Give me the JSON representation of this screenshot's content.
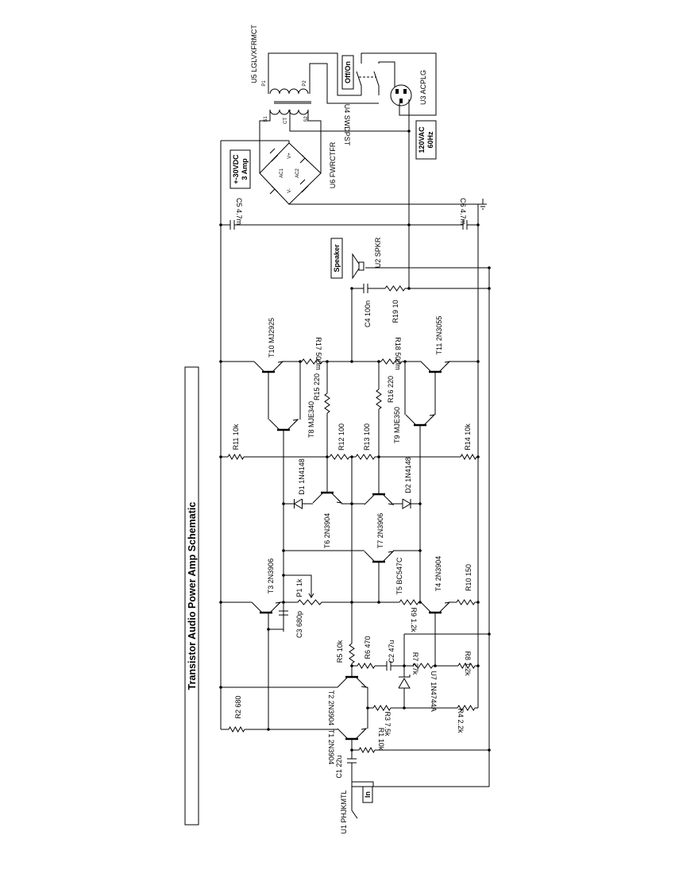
{
  "title": "Transistor Audio Power Amp Schematic",
  "boxes": {
    "power_line1": "+-30VDC",
    "power_line2": "3 Amp",
    "mains_line1": "120VAC",
    "mains_line2": "60Hz",
    "switch": "Off/On",
    "speaker": "Speaker",
    "input": "In"
  },
  "components": {
    "U5": "U5 LGLVXFRMCT",
    "U4": "U4 SWDPST",
    "U3": "U3 ACPLG",
    "U6": "U6 FWRCTFR",
    "U2": "U2 SPKR",
    "U1": "U1 PHJKMTL",
    "U7": "U7 1N4744A",
    "C1": "C1 22u",
    "C2": "C2 47u",
    "C3": "C3 680p",
    "C4": "C4 100n",
    "C5": "C5 4.7m",
    "C6": "C6 4.7m",
    "R1": "R1 10k",
    "R2": "R2 680",
    "R3": "R3 7.5k",
    "R4": "R4 2.2k",
    "R5": "R5 10k",
    "R6": "R6 470",
    "R7": "R7 27k",
    "R8": "R8 1.2k",
    "R9": "R9 1.2k",
    "R10": "R10 150",
    "R11": "R11 10k",
    "R12": "R12 100",
    "R13": "R13 100",
    "R14": "R14 10k",
    "R15": "R15 220",
    "R16": "R16 220",
    "R17": "R17 500m",
    "R18": "R18 500m",
    "R19": "R19 10",
    "P1": "P1 1k",
    "D1": "D1 1N4148",
    "D2": "D2 1N4148",
    "T1": "T1 2N3904",
    "T2": "T2 2N3904",
    "T3": "T3 2N3906",
    "T4": "T4 2N3904",
    "T5": "T5 BC547C",
    "T6": "T6 2N3904",
    "T7": "T7 2N3906",
    "T8": "T8 MJE340",
    "T9": "T9 MJE350",
    "T10": "T10 MJ2925",
    "T11": "T11 2N3055"
  },
  "pins": {
    "P1": "P1",
    "P2": "P2",
    "S1": "S1",
    "CT": "CT",
    "S2": "S2",
    "AC1": "AC1",
    "AC2": "AC2",
    "Vp": "V+",
    "Vm": "V-"
  }
}
